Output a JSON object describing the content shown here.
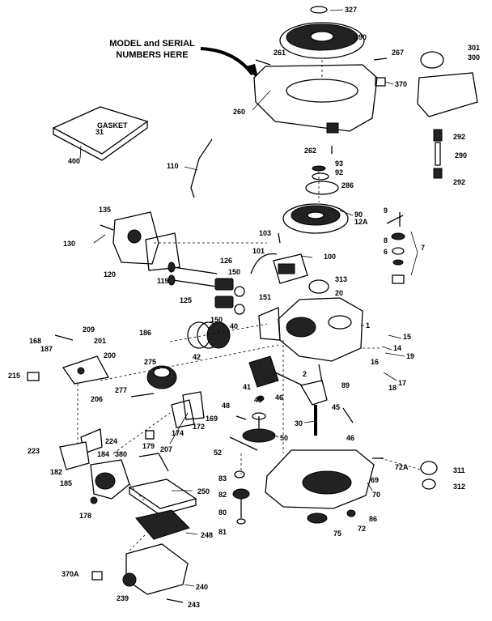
{
  "diagram": {
    "callout": [
      "MODEL and SERIAL",
      "NUMBERS HERE"
    ],
    "box_label": [
      "GASKET",
      "31"
    ],
    "parts": [
      "327",
      "390",
      "301",
      "300",
      "261",
      "267",
      "370",
      "260",
      "262",
      "292",
      "290",
      "400",
      "110",
      "93",
      "92",
      "286",
      "9",
      "12A",
      "90",
      "135",
      "103",
      "8",
      "6",
      "7",
      "130",
      "120",
      "119",
      "126",
      "101",
      "150",
      "100",
      "313",
      "20",
      "125",
      "151",
      "150",
      "40",
      "1",
      "168",
      "209",
      "187",
      "201",
      "186",
      "15",
      "14",
      "19",
      "42",
      "200",
      "16",
      "215",
      "275",
      "2",
      "89",
      "17",
      "18",
      "206",
      "277",
      "41",
      "43",
      "46",
      "48",
      "169",
      "174",
      "172",
      "45",
      "30",
      "224",
      "179",
      "207",
      "50",
      "46",
      "223",
      "184",
      "380",
      "52",
      "72A",
      "182",
      "311",
      "185",
      "250",
      "83",
      "69",
      "312",
      "82",
      "70",
      "178",
      "80",
      "86",
      "248",
      "75",
      "72",
      "81",
      "370A",
      "240",
      "239",
      "243"
    ]
  }
}
